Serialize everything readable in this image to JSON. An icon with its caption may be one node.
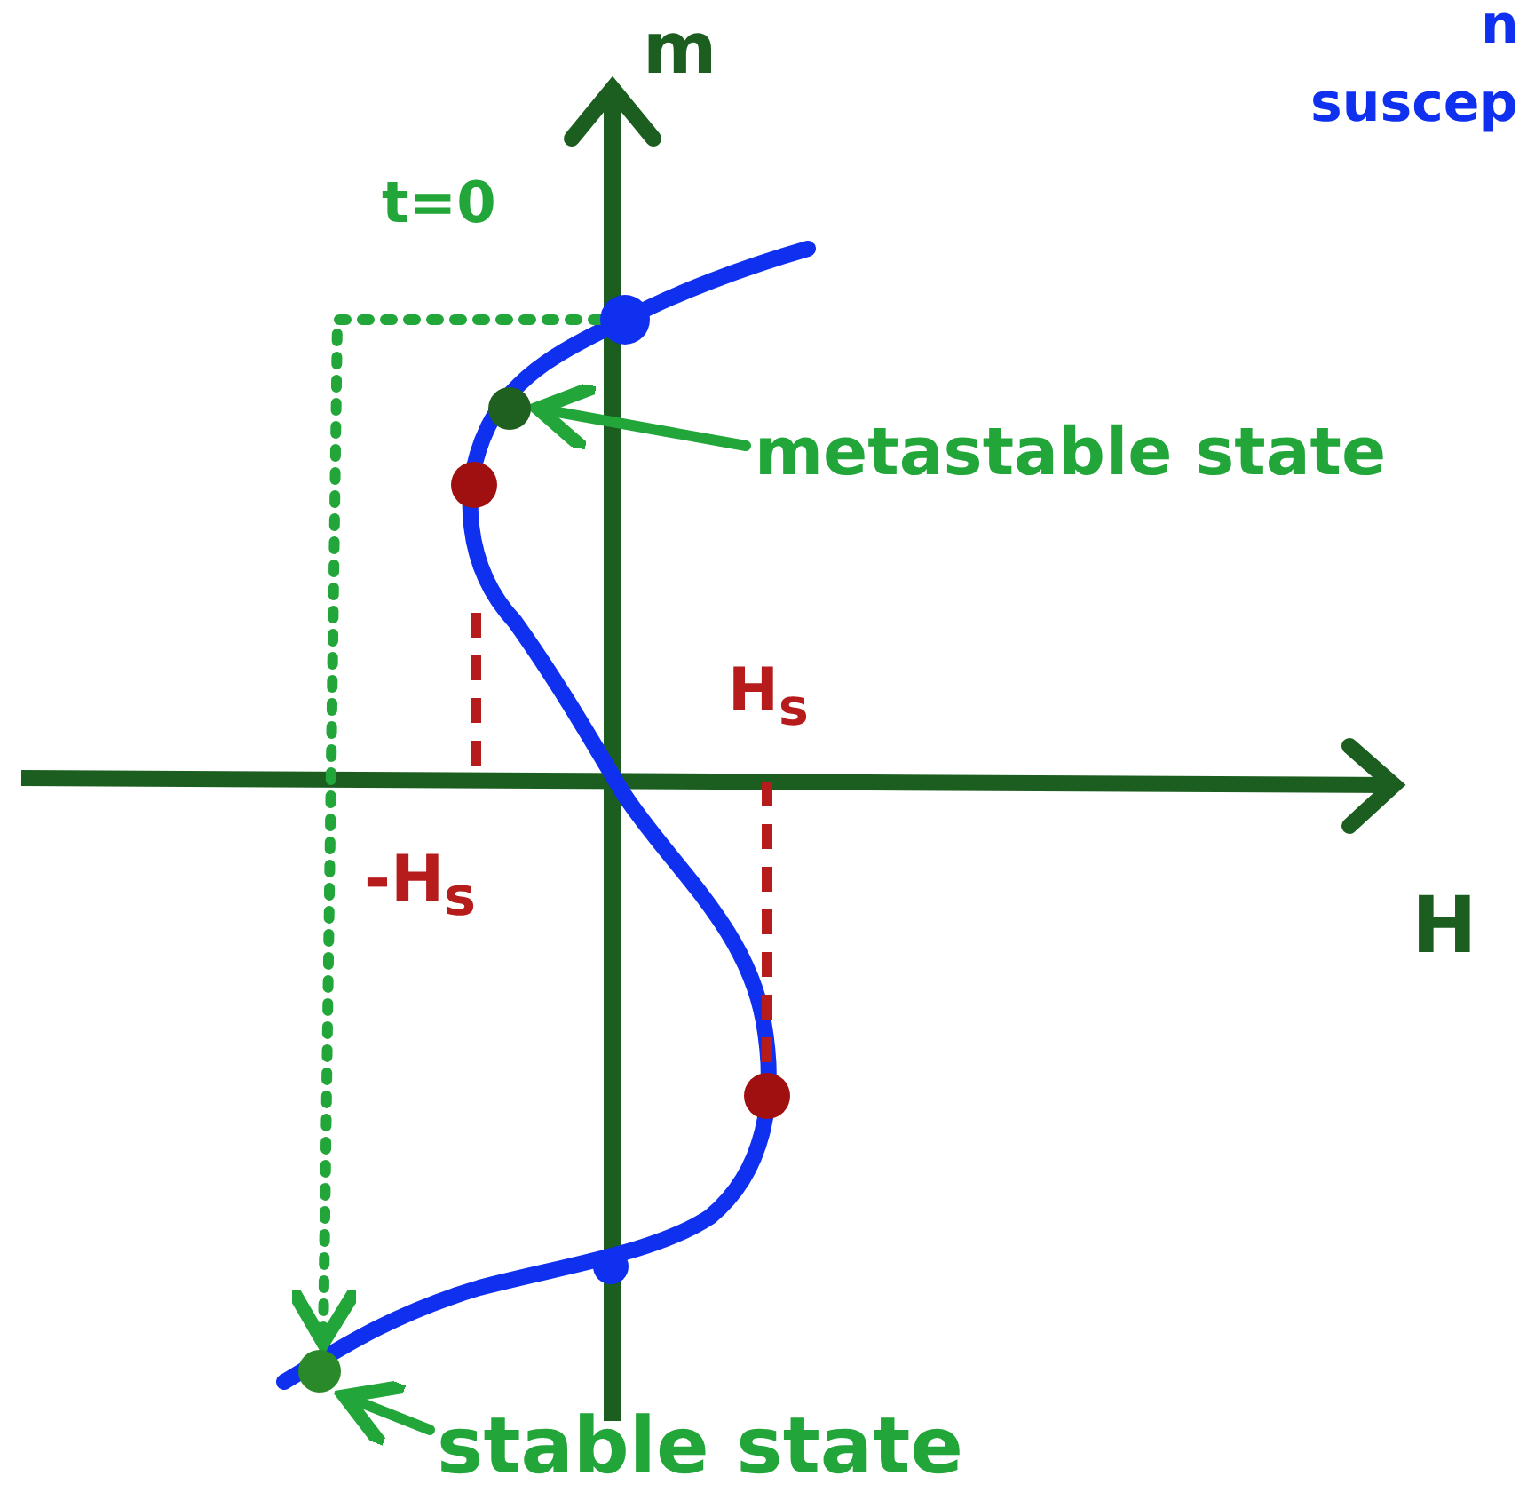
{
  "diagram": {
    "nodes": [
      {
        "text": [
          "metastable state"
        ]
      },
      {
        "text": [],
        "shape": "circle"
      },
      {
        "text": [
          "stable state"
        ]
      },
      {
        "text": [],
        "shape": "circle"
      },
      {
        "text": [],
        "shape": "circle"
      }
    ],
    "edges": [
      {
        "from": 0,
        "to": 1,
        "arrow": "to"
      },
      {
        "from": 2,
        "to": 3,
        "arrow": "to"
      },
      {
        "from": 4,
        "to": 3,
        "arrow": "to",
        "style": "dashed"
      }
    ],
    "labels": [
      "m",
      "H",
      "t=0",
      "H$_{s}$",
      "-H$_{s}$",
      "n",
      "suscep"
    ]
  }
}
